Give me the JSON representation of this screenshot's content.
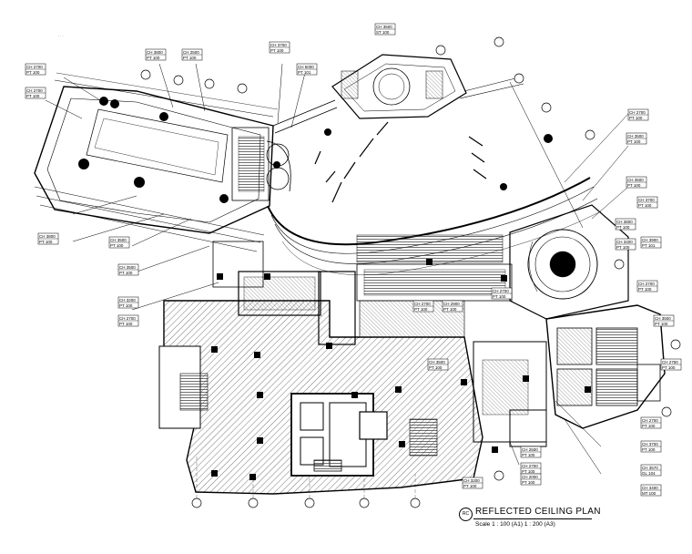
{
  "drawing": {
    "title": "REFLECTED CEILING PLAN",
    "symbol": "RC",
    "scale": "Scale 1 : 100 (A1)   1 : 200 (A3)"
  },
  "tags": [
    {
      "ch": "CH 2700",
      "pt": "PT 100"
    },
    {
      "ch": "CH 2700",
      "pt": "PT 100"
    },
    {
      "ch": "CH 3800",
      "pt": "PT 100"
    },
    {
      "ch": "CH 2500",
      "pt": "PT 100"
    },
    {
      "ch": "CH 3700",
      "pt": "PT 100"
    },
    {
      "ch": "CH 5000",
      "pt": "PT 101"
    },
    {
      "ch": "CH 3500",
      "pt": "ST 100"
    },
    {
      "ch": "CH 2700",
      "pt": "PT 100"
    },
    {
      "ch": "CH 3500",
      "pt": "PT 100"
    },
    {
      "ch": "CH 3500",
      "pt": "PT 100"
    },
    {
      "ch": "CH 3700",
      "pt": "PT 100"
    },
    {
      "ch": "CH 3800",
      "pt": "PT 100"
    },
    {
      "ch": "CH 3500",
      "pt": "PT 100"
    },
    {
      "ch": "CH 3500",
      "pt": "PT 100"
    },
    {
      "ch": "CH 3200",
      "pt": "PT 100"
    },
    {
      "ch": "CH 2700",
      "pt": "PT 100"
    },
    {
      "ch": "CH 3800",
      "pt": "PT 100"
    },
    {
      "ch": "CH 3400",
      "pt": "PT 100"
    },
    {
      "ch": "CH 3900",
      "pt": "PT 101"
    },
    {
      "ch": "CH 2700",
      "pt": "PT 100"
    },
    {
      "ch": "CH 3500",
      "pt": "PT 100"
    },
    {
      "ch": "CH 2750",
      "pt": "PT 100"
    },
    {
      "ch": "CH 2700",
      "pt": "PT 100"
    },
    {
      "ch": "CH 3700",
      "pt": "PT 100"
    },
    {
      "ch": "CH 3570",
      "pt": "GL 104"
    },
    {
      "ch": "CH 3400",
      "pt": "MT 100"
    },
    {
      "ch": "CH 2500",
      "pt": "PT 100"
    },
    {
      "ch": "CH 2700",
      "pt": "PT 100"
    },
    {
      "ch": "CH 2000",
      "pt": "PT 100"
    },
    {
      "ch": "CH 3200",
      "pt": "PT 100"
    },
    {
      "ch": "CH 2700",
      "pt": "PT 100"
    },
    {
      "ch": "CH 2700",
      "pt": "PT 100"
    },
    {
      "ch": "CH 2900",
      "pt": "PT 100"
    },
    {
      "ch": "CH 3500",
      "pt": "PT 100"
    }
  ]
}
